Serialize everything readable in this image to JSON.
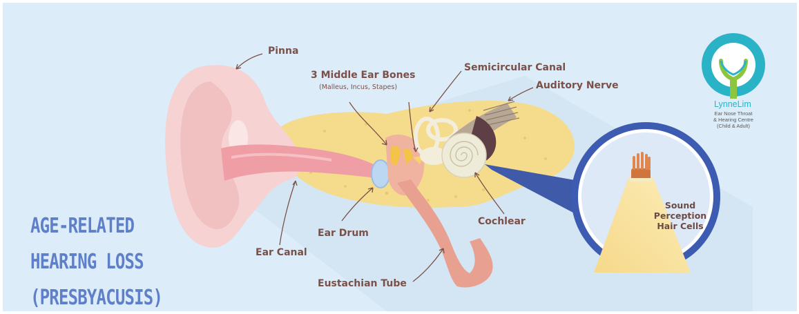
{
  "title": {
    "line1": "AGE-RELATED",
    "line2": "HEARING LOSS",
    "line3": "(PRESBYACUSIS)"
  },
  "labels": {
    "pinna": "Pinna",
    "middle_ear_bones": "3 Middle Ear Bones",
    "middle_ear_bones_sub": "(Malleus, Incus, Stapes)",
    "semicircular_canal": "Semicircular Canal",
    "auditory_nerve": "Auditory Nerve",
    "ear_canal": "Ear Canal",
    "ear_drum": "Ear Drum",
    "cochlear": "Cochlear",
    "eustachian_tube": "Eustachian Tube"
  },
  "inset": {
    "line1": "Sound",
    "line2": "Perception",
    "line3": "Hair Cells"
  },
  "logo": {
    "name": "LynneLim",
    "line1": "Ear Nose Throat",
    "line2": "& Hearing Centre",
    "line3": "(Child & Adult)"
  },
  "colors": {
    "background": "#dcecf8",
    "title": "#5f7fc8",
    "ear_skin": "#f5cfd0",
    "bone": "#f5dc8c",
    "tube": "#e8a090",
    "inset_ring": "#3d5bb0",
    "logo_teal": "#2ab3c7"
  }
}
